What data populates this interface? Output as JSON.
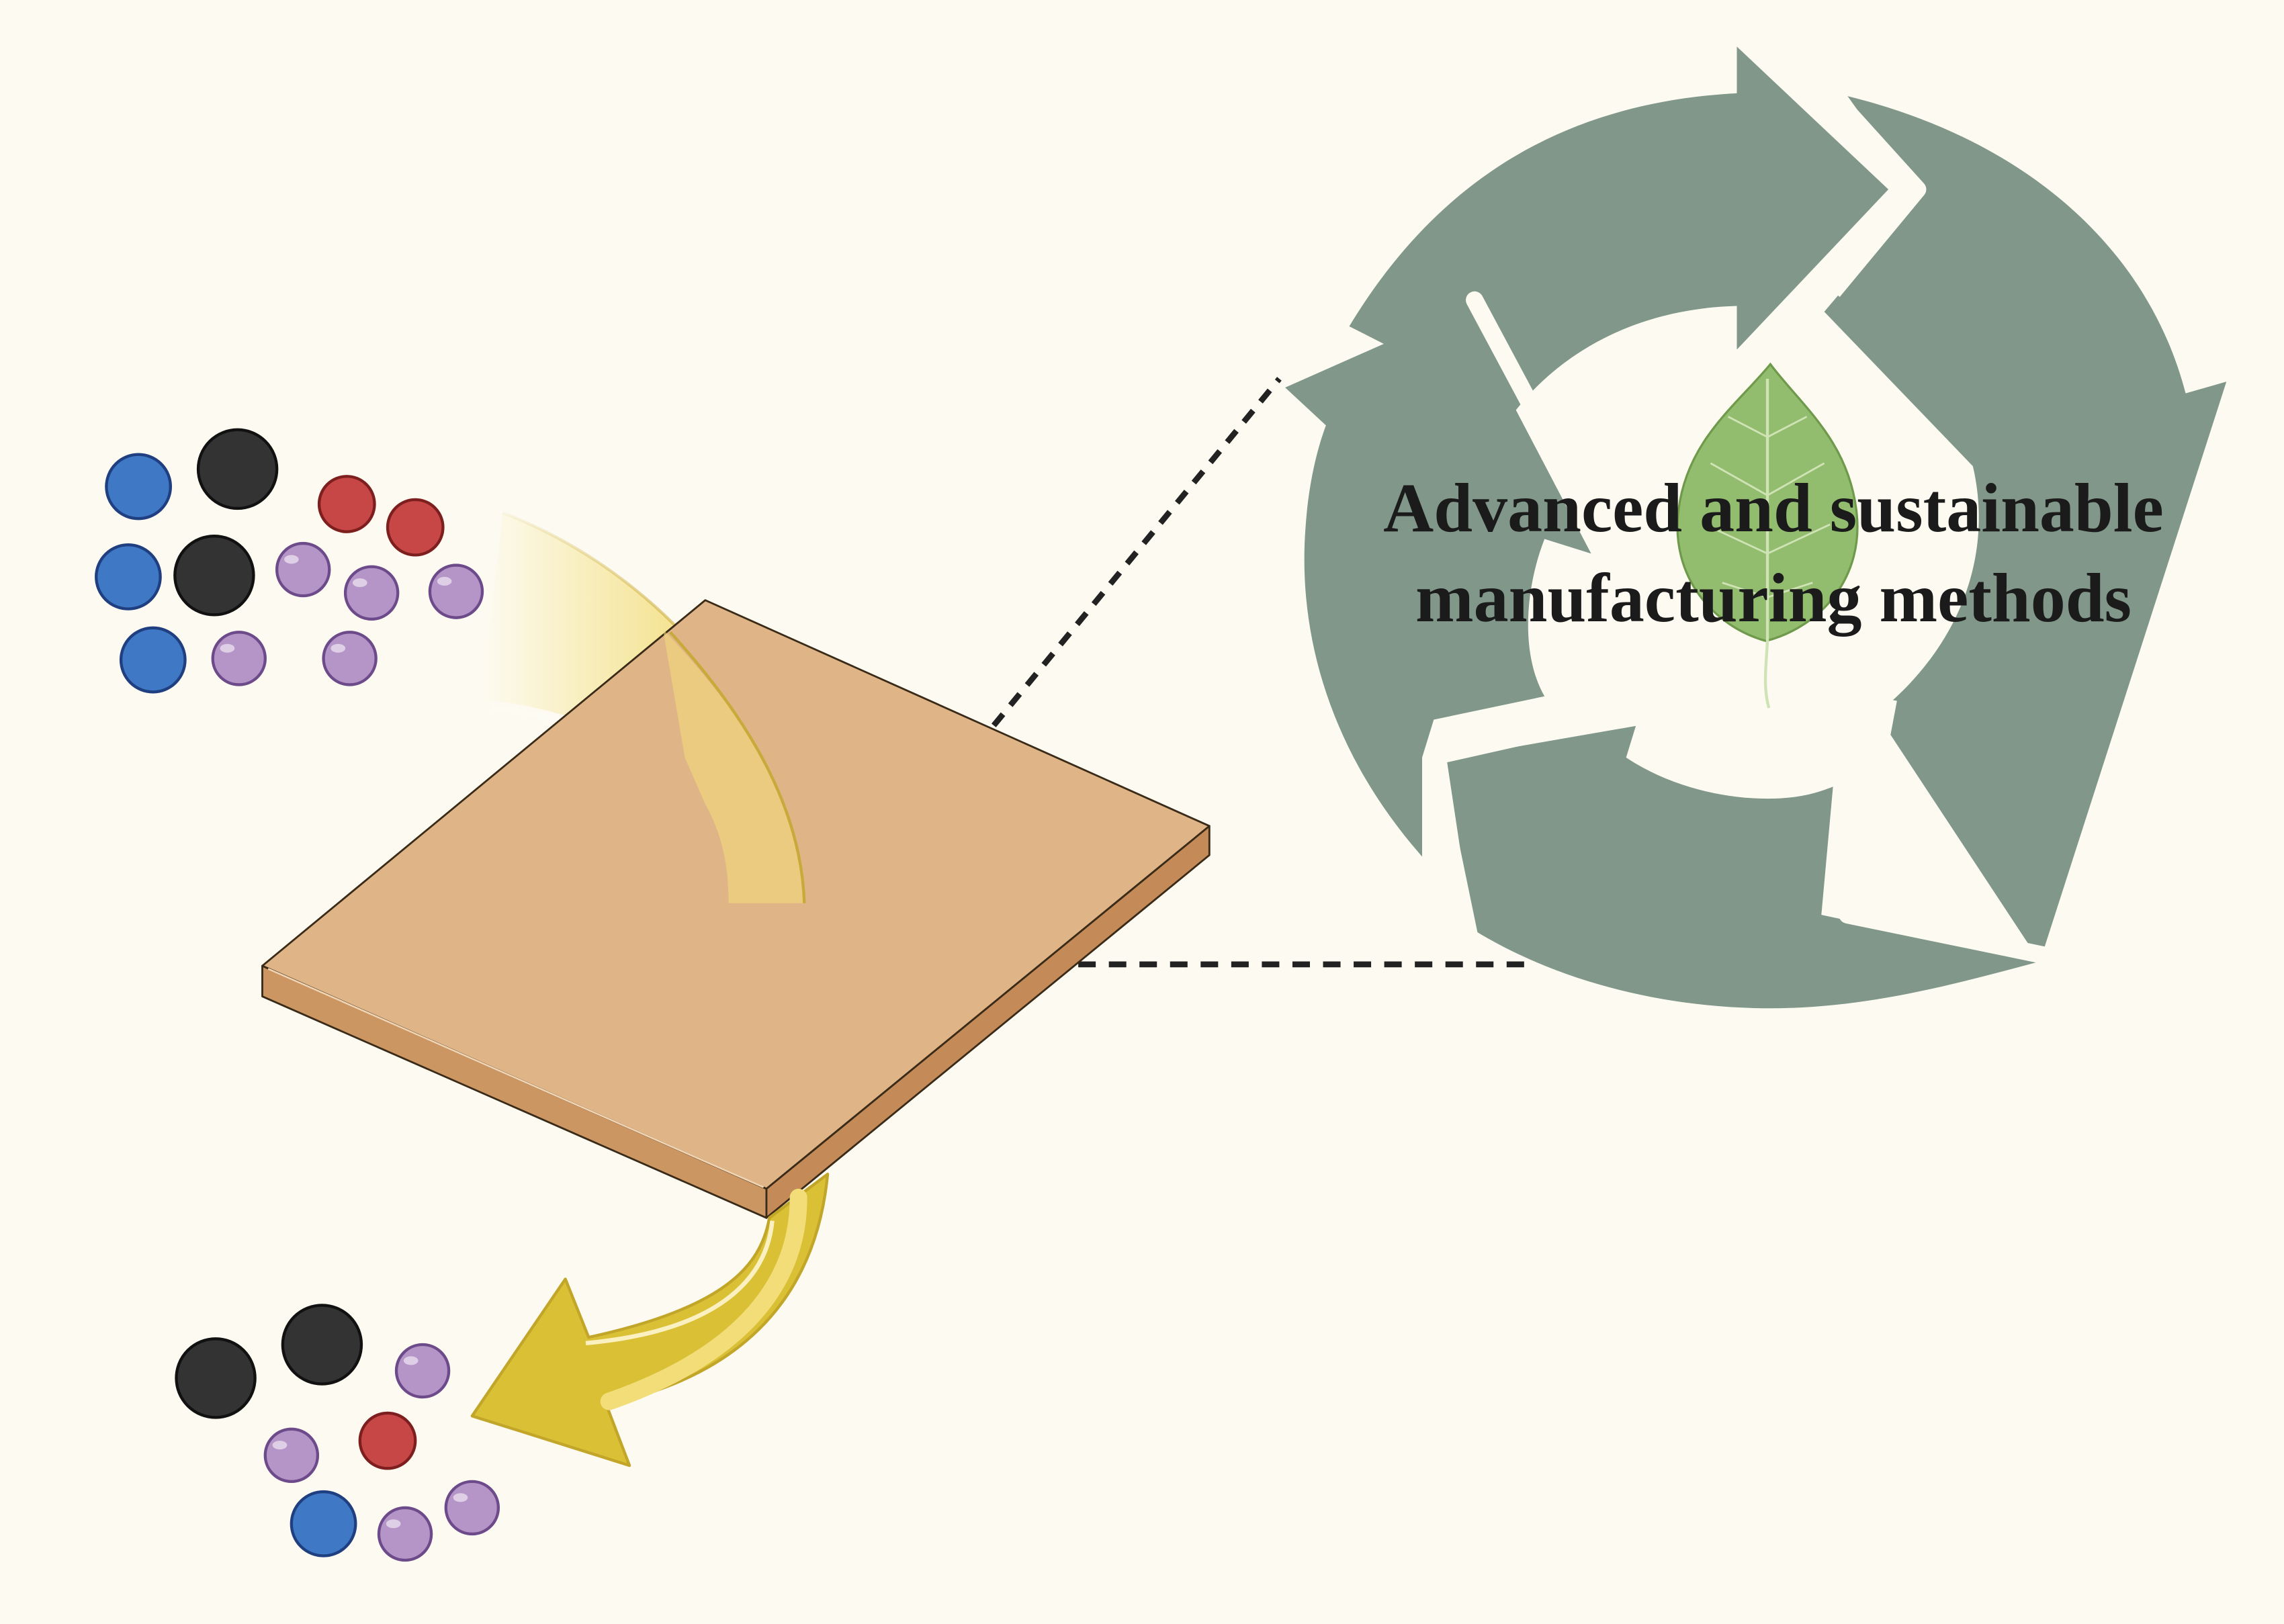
{
  "caption": {
    "line1": "Advanced and sustainable",
    "line2": "manufacturing methods"
  },
  "icons": {
    "recycle": "recycle-arrows-icon",
    "leaf": "leaf-icon",
    "plate": "membrane-plate",
    "flow_in": "curved-arrow-in",
    "flow_out": "curved-arrow-out"
  },
  "colors": {
    "background": "#fdfbf1",
    "recycle": "#80978a",
    "leaf": "#93bd6e",
    "plate_top": "#dfb587",
    "plate_side": "#cc9663",
    "arrow_yellow": "#f2dd79",
    "arrow_dark": "#d9c035",
    "particle_blue": "#3f78c4",
    "particle_black": "#333333",
    "particle_red": "#c74747",
    "particle_purple": "#b595c8"
  },
  "particles": {
    "input": {
      "blue": 3,
      "black": 2,
      "red": 2,
      "purple": 5
    },
    "output": {
      "blue": 1,
      "black": 2,
      "red": 1,
      "purple": 4
    }
  }
}
